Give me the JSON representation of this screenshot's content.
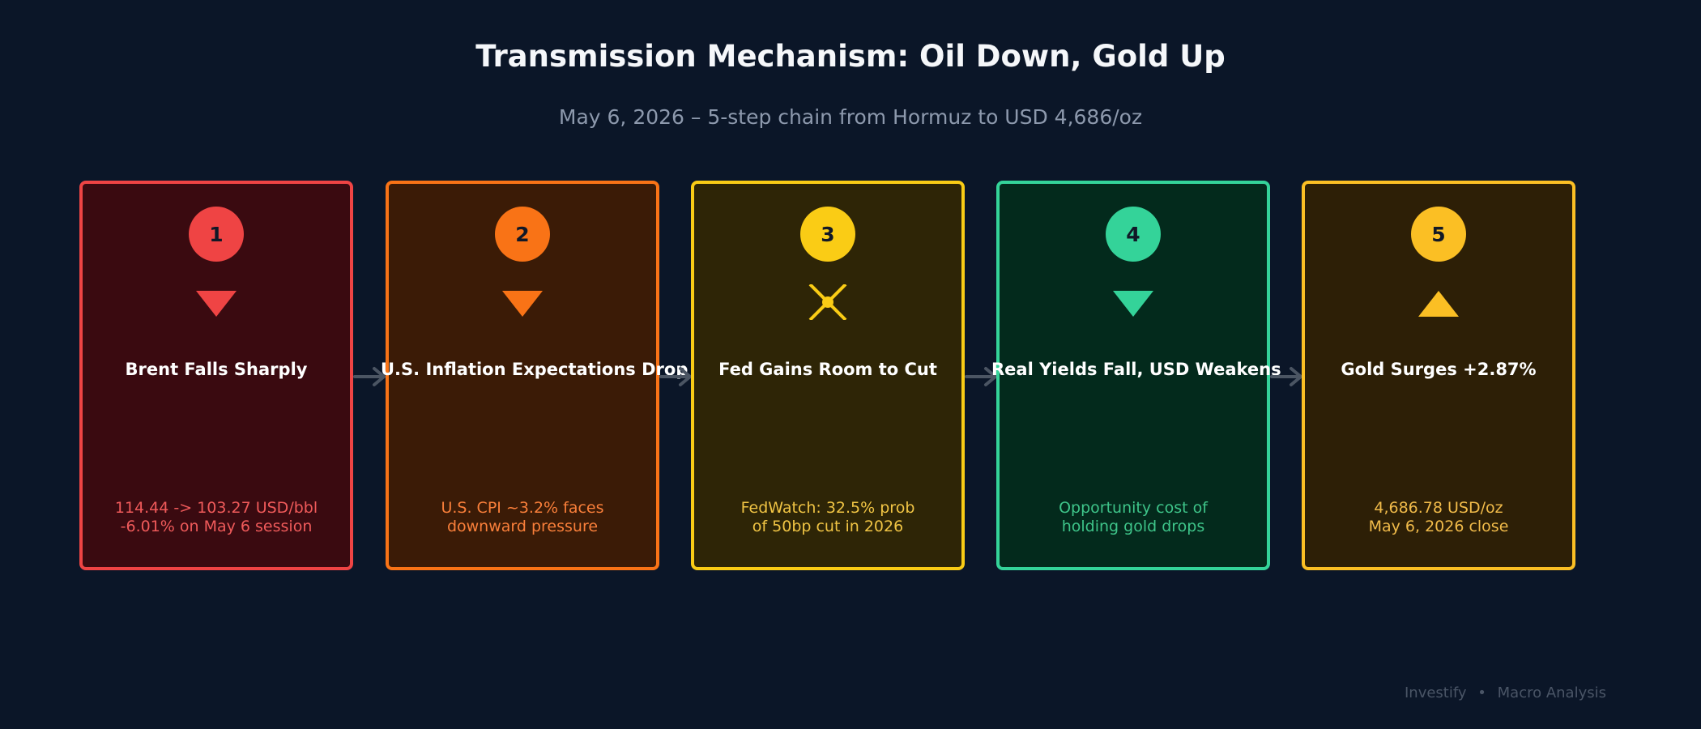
{
  "header": {
    "title": "Transmission Mechanism: Oil Down, Gold Up",
    "subtitle": "May 6, 2026 – 5-step chain from Hormuz to USD 4,686/oz"
  },
  "steps": [
    {
      "number": "1",
      "icon": "triangle-down-icon",
      "title": "Brent Falls Sharply",
      "line1": "114.44 -> 103.27 USD/bbl",
      "line2": "-6.01% on May 6 session",
      "accent": "#ef4444",
      "fill": "#3a0a10",
      "text_color": "#ef5a5a"
    },
    {
      "number": "2",
      "icon": "triangle-down-icon",
      "title": "U.S. Inflation Expectations Drop",
      "line1": "U.S. CPI ~3.2% faces",
      "line2": "downward pressure",
      "accent": "#f97316",
      "fill": "#3b1b06",
      "text_color": "#f97f3a"
    },
    {
      "number": "3",
      "icon": "cross-icon",
      "title": "Fed Gains Room to Cut",
      "line1": "FedWatch: 32.5% prob",
      "line2": "of 50bp cut in 2026",
      "accent": "#facc15",
      "fill": "#2e2506",
      "text_color": "#f0c444"
    },
    {
      "number": "4",
      "icon": "triangle-down-icon",
      "title": "Real Yields Fall, USD Weakens",
      "line1": "Opportunity cost of",
      "line2": "holding gold drops",
      "accent": "#34d399",
      "fill": "#032a1c",
      "text_color": "#3ec489"
    },
    {
      "number": "5",
      "icon": "triangle-up-icon",
      "title": "Gold Surges +2.87%",
      "line1": "4,686.78 USD/oz",
      "line2": "May 6, 2026 close",
      "accent": "#fbbf24",
      "fill": "#2d1f06",
      "text_color": "#f1bb4a"
    }
  ],
  "footer": {
    "brand": "Investify",
    "separator": "•",
    "section": "Macro Analysis"
  },
  "colors": {
    "background": "#0b1628",
    "arrow": "#4b5563"
  }
}
